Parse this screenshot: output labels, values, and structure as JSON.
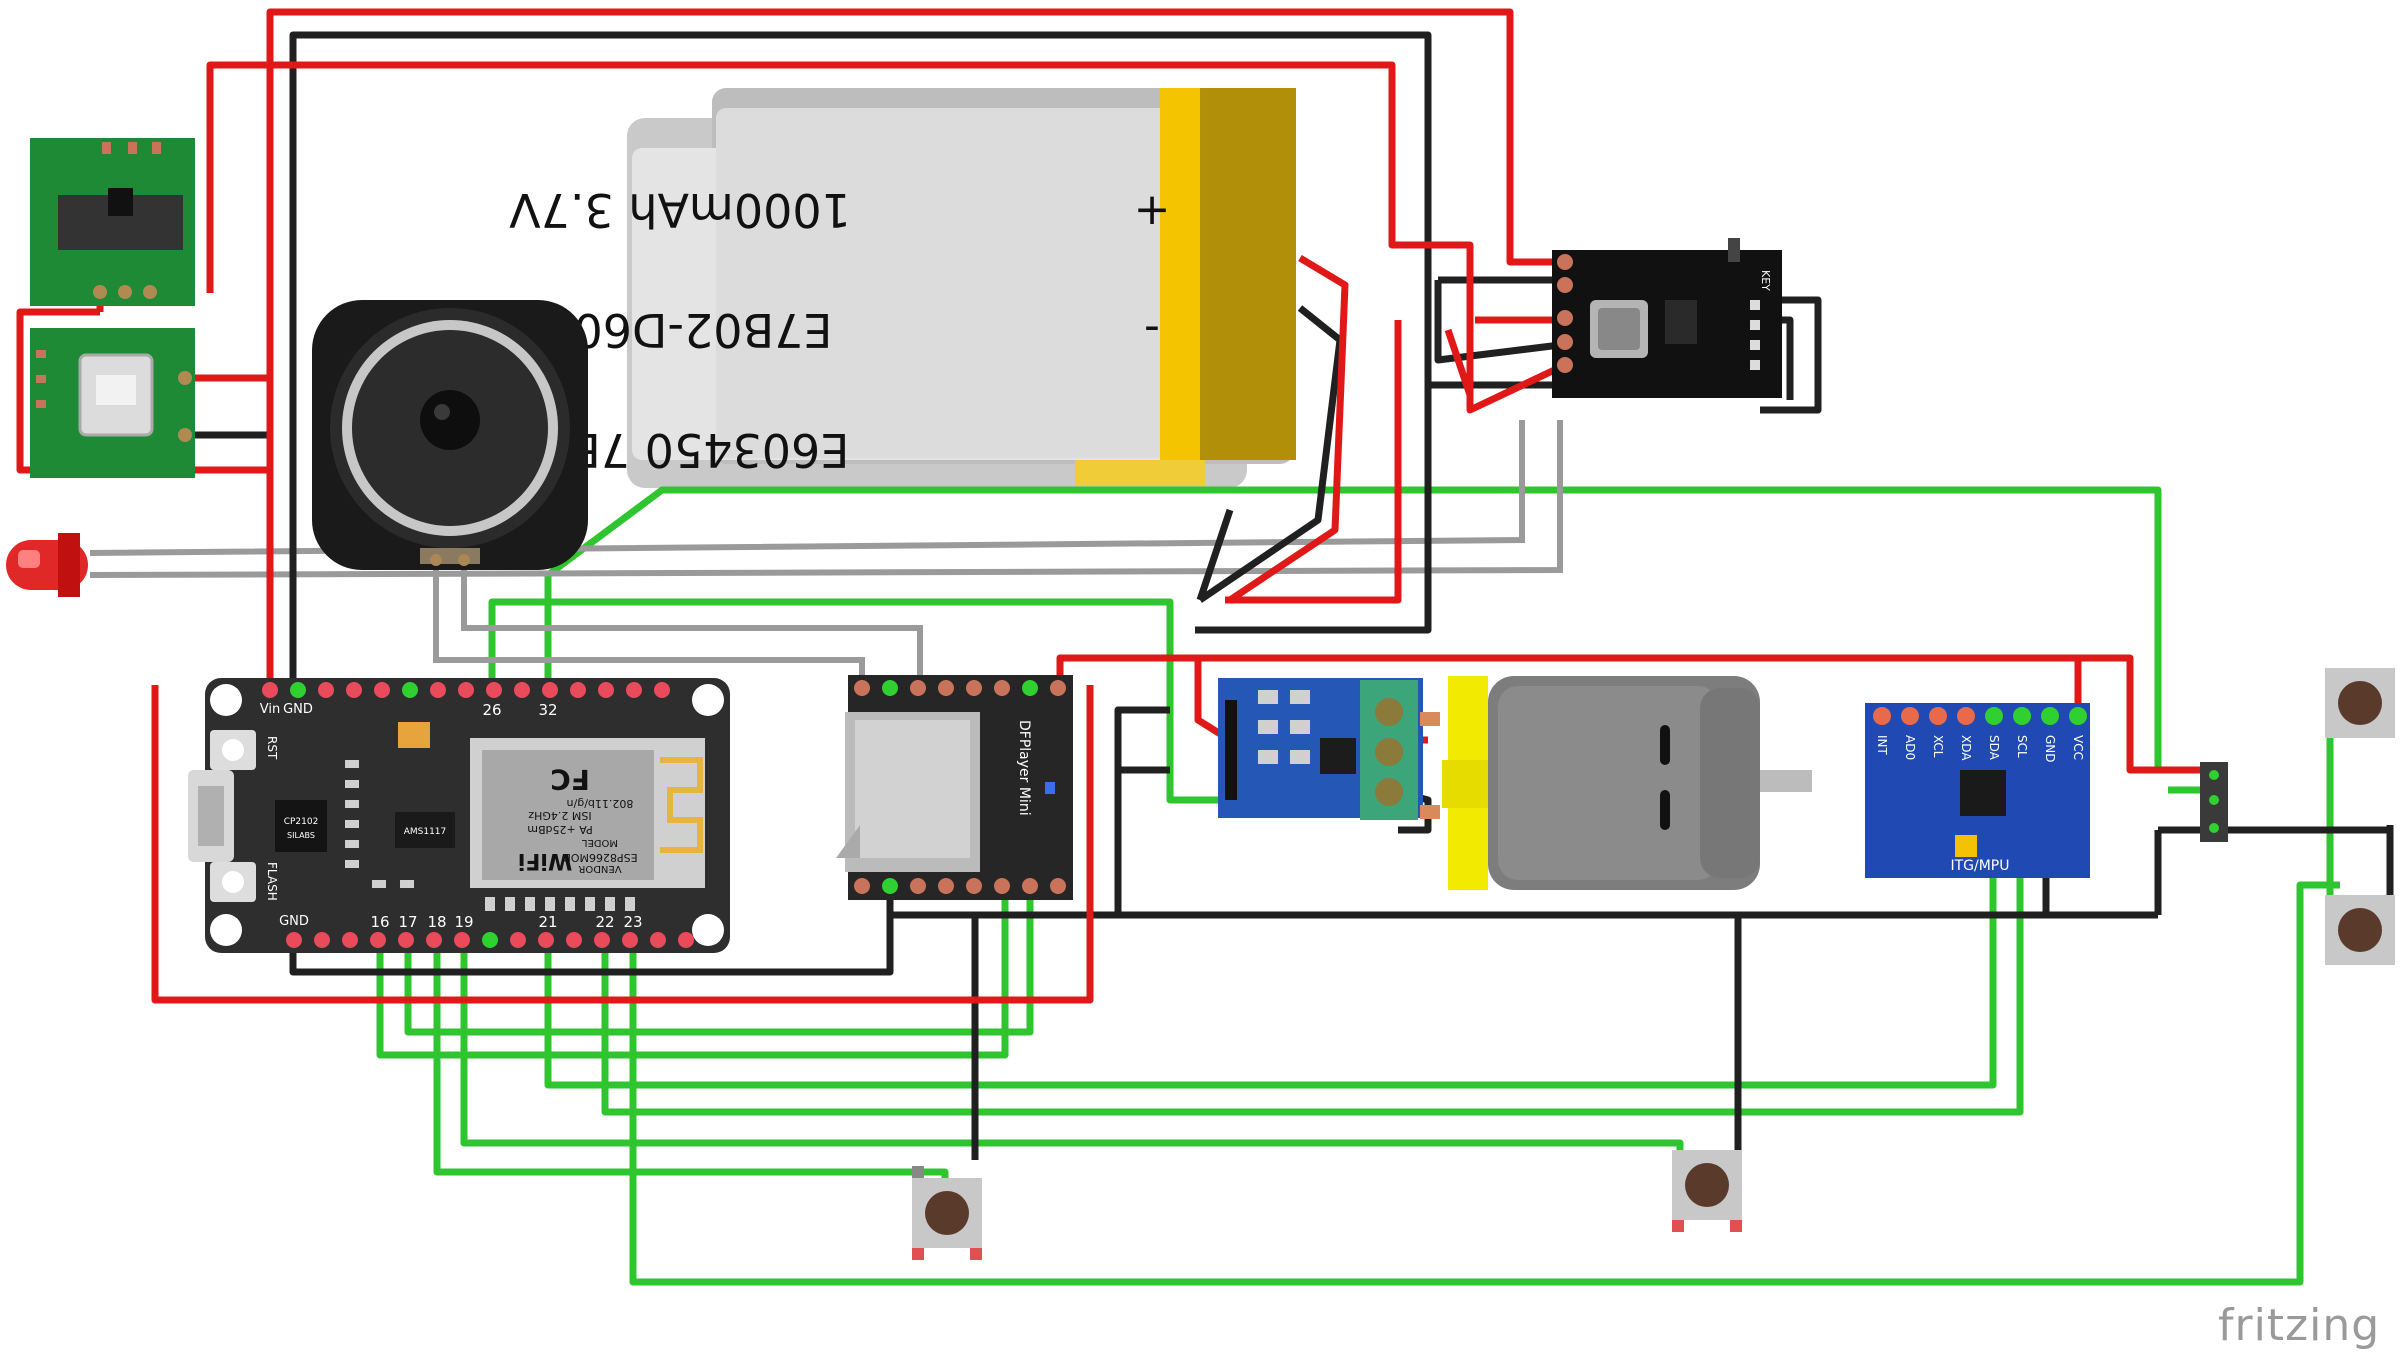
{
  "battery": {
    "line1": "1000mAh 3.7V",
    "line2": "E7B02-D60-1",
    "line3": "E603450 7B20",
    "plus": "+",
    "minus": "-"
  },
  "esp": {
    "pins_top": [
      "Vin",
      "GND",
      "26",
      "32"
    ],
    "pins_bottom": [
      "GND",
      "16",
      "17",
      "18",
      "19",
      "21",
      "22",
      "23"
    ],
    "btn_rst": "RST",
    "btn_flash": "FLASH",
    "wifi": "WiFi",
    "model": "ESP8266MOD",
    "cert": "FC",
    "freq": "802.11b/g/n",
    "ism": "ISM 2.4GHz",
    "pa": "PA +25dBm",
    "vendor": "VENDOR",
    "model_lbl": "MODEL",
    "chip1": "CP2102",
    "chip2": "AMS1117",
    "silabs": "SILABS"
  },
  "dfplayer": {
    "name": "DFPlayer Mini"
  },
  "charger": {
    "key": "KEY"
  },
  "mpu": {
    "pins": [
      "INT",
      "AD0",
      "XCL",
      "XDA",
      "SDA",
      "SCL",
      "GND",
      "VCC"
    ],
    "title": "ITG/MPU"
  },
  "branding": {
    "wordmark": "fritzing"
  },
  "colors": {
    "red_wire": "#e01818",
    "black_wire": "#202020",
    "green_wire": "#2ec52e",
    "grey_wire": "#9a9a9a",
    "board": "#2e2e2e",
    "pcb_green": "#1f8a36",
    "battery_yellow": "#f2c200",
    "motor_yellow": "#f2ea00",
    "mpu_blue": "#2149b3"
  }
}
